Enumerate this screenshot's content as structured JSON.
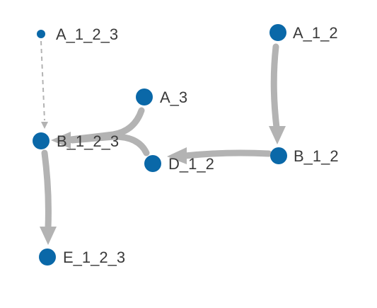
{
  "graph": {
    "nodes": [
      {
        "id": "A_1_2_3",
        "label": "A_1_2_3"
      },
      {
        "id": "A_1_2",
        "label": "A_1_2"
      },
      {
        "id": "A_3",
        "label": "A_3"
      },
      {
        "id": "B_1_2_3",
        "label": "B_1_2_3"
      },
      {
        "id": "D_1_2",
        "label": "D_1_2"
      },
      {
        "id": "B_1_2",
        "label": "B_1_2"
      },
      {
        "id": "E_1_2_3",
        "label": "E_1_2_3"
      }
    ],
    "edges": [
      {
        "from": "A_1_2_3",
        "to": "B_1_2_3",
        "style": "dashed"
      },
      {
        "from": "A_1_2",
        "to": "B_1_2",
        "style": "solid"
      },
      {
        "from": "B_1_2",
        "to": "D_1_2",
        "style": "solid"
      },
      {
        "from": "D_1_2",
        "to": "B_1_2_3",
        "style": "solid"
      },
      {
        "from": "A_3",
        "to": "B_1_2_3",
        "style": "solid"
      },
      {
        "from": "B_1_2_3",
        "to": "E_1_2_3",
        "style": "solid"
      }
    ],
    "colors": {
      "node": "#0a68a8",
      "edge": "#b3b3b3",
      "label": "#3a3a3a",
      "background": "#ffffff"
    }
  }
}
